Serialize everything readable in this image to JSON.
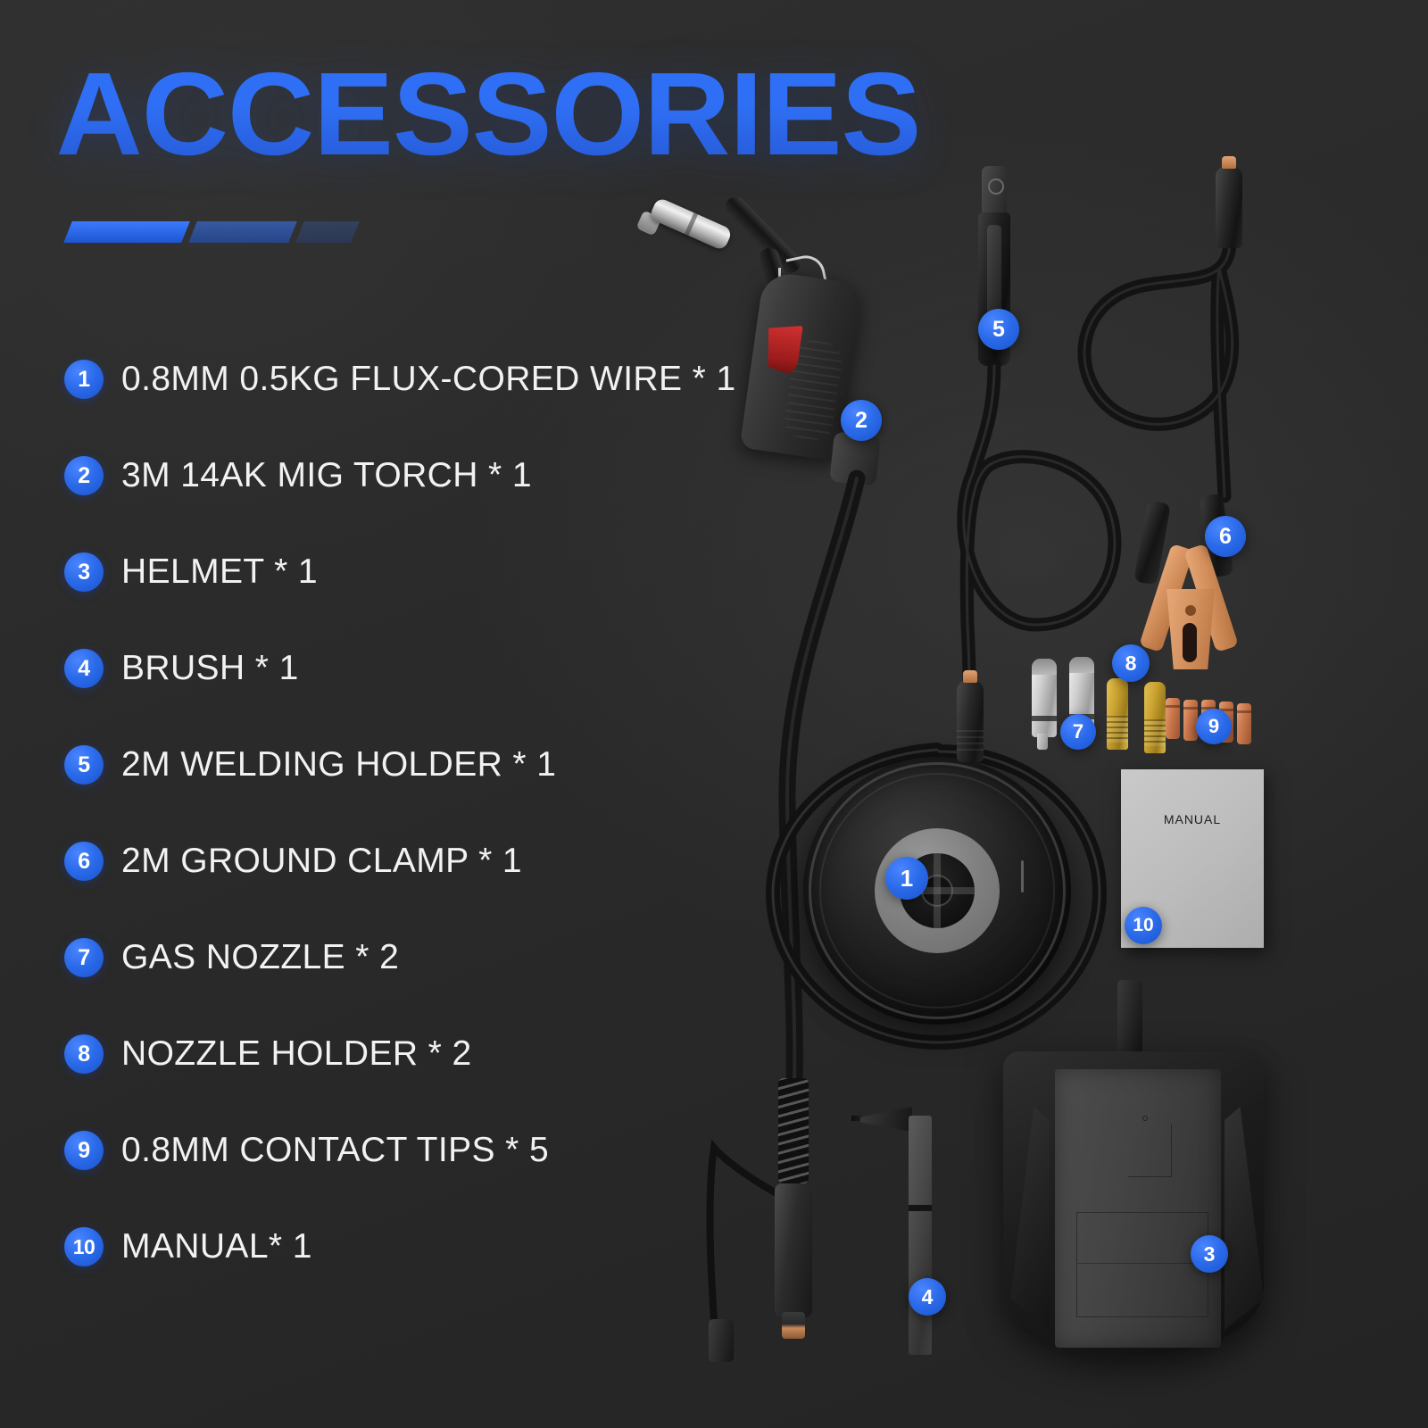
{
  "page": {
    "title": "ACCESSORIES",
    "background_color": "#2a2a2a",
    "accent_color": "#2f6ff5",
    "badge_color": "#2a6ae9",
    "text_color": "#f2f2f2"
  },
  "accent_bars": [
    {
      "name": "bar-1",
      "opacity": "1"
    },
    {
      "name": "bar-2",
      "opacity": "0.55"
    },
    {
      "name": "bar-3",
      "opacity": "0.22"
    }
  ],
  "list": {
    "items": [
      {
        "number": "1",
        "label": "0.8MM 0.5KG FLUX-CORED WIRE * 1"
      },
      {
        "number": "2",
        "label": "3M 14AK MIG TORCH * 1"
      },
      {
        "number": "3",
        "label": "HELMET * 1"
      },
      {
        "number": "4",
        "label": "BRUSH * 1"
      },
      {
        "number": "5",
        "label": "2M WELDING HOLDER * 1"
      },
      {
        "number": "6",
        "label": "2M GROUND CLAMP * 1"
      },
      {
        "number": "7",
        "label": "GAS NOZZLE * 2"
      },
      {
        "number": "8",
        "label": "NOZZLE HOLDER * 2"
      },
      {
        "number": "9",
        "label": "0.8MM CONTACT TIPS * 5"
      },
      {
        "number": "10",
        "label": "MANUAL* 1"
      }
    ]
  },
  "markers": [
    {
      "id": "marker-1",
      "number": "1",
      "target": "flux-cored-wire-spool"
    },
    {
      "id": "marker-2",
      "number": "2",
      "target": "mig-torch"
    },
    {
      "id": "marker-3",
      "number": "3",
      "target": "welding-helmet"
    },
    {
      "id": "marker-4",
      "number": "4",
      "target": "wire-brush"
    },
    {
      "id": "marker-5",
      "number": "5",
      "target": "welding-electrode-holder"
    },
    {
      "id": "marker-6",
      "number": "6",
      "target": "ground-clamp"
    },
    {
      "id": "marker-7",
      "number": "7",
      "target": "gas-nozzles"
    },
    {
      "id": "marker-8",
      "number": "8",
      "target": "nozzle-holders"
    },
    {
      "id": "marker-9",
      "number": "9",
      "target": "contact-tips"
    },
    {
      "id": "marker-10",
      "number": "10",
      "target": "manual-booklet"
    }
  ],
  "manual": {
    "cover_text": "MANUAL"
  }
}
